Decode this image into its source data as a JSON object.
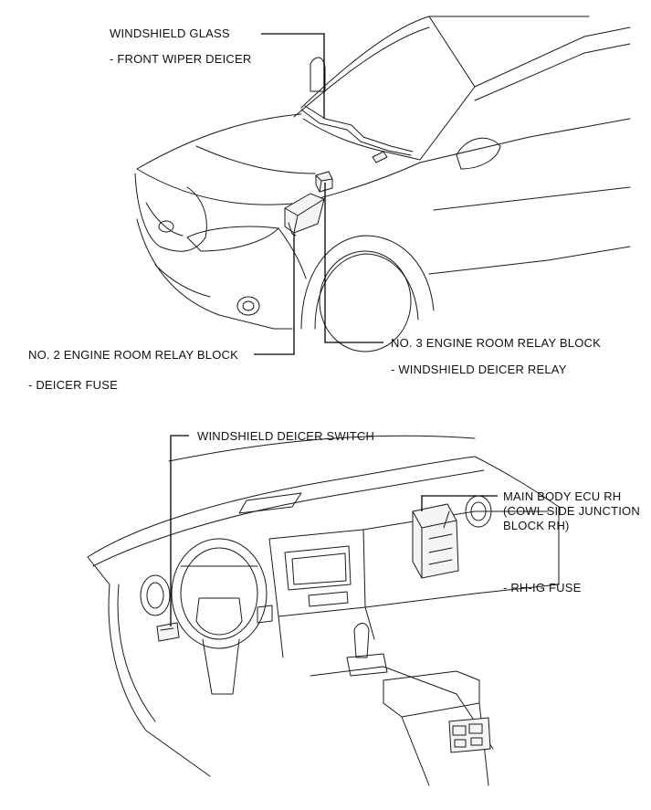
{
  "labels": {
    "windshield_glass": "WINDSHIELD GLASS",
    "front_wiper_deicer": "- FRONT WIPER DEICER",
    "no2_relay_block": "NO. 2 ENGINE ROOM RELAY BLOCK",
    "deicer_fuse": "- DEICER FUSE",
    "no3_relay_block": "NO. 3 ENGINE ROOM RELAY BLOCK",
    "windshield_deicer_relay": "- WINDSHIELD DEICER RELAY",
    "windshield_deicer_switch": "WINDSHIELD DEICER SWITCH",
    "main_body_ecu_line1": "MAIN BODY ECU RH",
    "main_body_ecu_line2": "(COWL SIDE JUNCTION",
    "main_body_ecu_line3": "BLOCK RH)",
    "rh_ig_fuse": "- RH-IG FUSE"
  }
}
